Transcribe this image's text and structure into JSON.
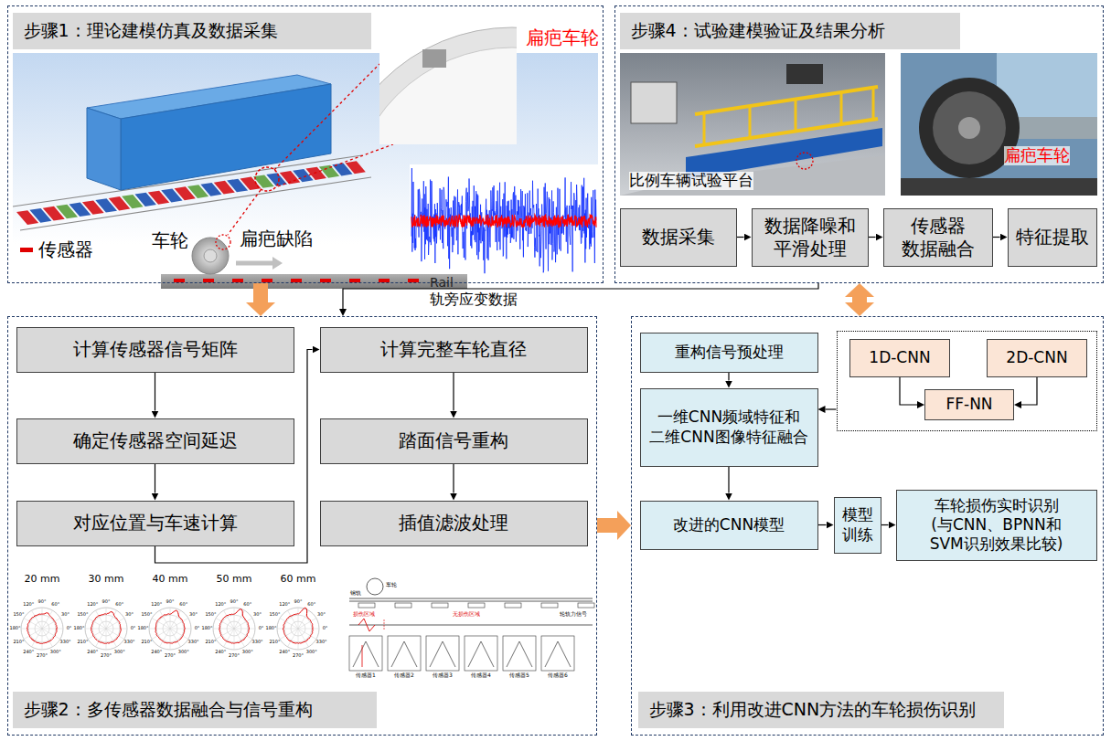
{
  "diagram": {
    "nodes": [
      {
        "text": [
          "步骤1：理论建模仿真及数据采集"
        ]
      },
      {
        "text": [
          "步骤4：试验建模验证及结果分析"
        ]
      },
      {
        "text": [
          "数据采集"
        ],
        "in": 1
      },
      {
        "text": [
          "数据降噪和 平滑处理"
        ],
        "in": 1
      },
      {
        "text": [
          "传感器 数据融合"
        ],
        "in": 1
      },
      {
        "text": [
          "特征提取"
        ],
        "in": 1
      },
      {
        "text": [
          "步骤2：多传感器数据融合与信号重构"
        ]
      },
      {
        "text": [
          "计算传感器信号矩阵"
        ],
        "in": 6
      },
      {
        "text": [
          "确定传感器空间延迟"
        ],
        "in": 6
      },
      {
        "text": [
          "对应位置与车速计算"
        ],
        "in": 6
      },
      {
        "text": [
          "计算完整车轮直径"
        ],
        "in": 6
      },
      {
        "text": [
          "踏面信号重构"
        ],
        "in": 6
      },
      {
        "text": [
          "插值滤波处理"
        ],
        "in": 6
      },
      {
        "text": [
          "步骤3：利用改进CNN方法的车轮损伤识别"
        ]
      },
      {
        "text": [
          "重构信号预处理"
        ],
        "in": 13
      },
      {
        "text": [
          "一维CNN频域特征和 二维CNN图像特征融合"
        ],
        "in": 13
      },
      {
        "text": [],
        "in": 13
      },
      {
        "text": [
          "1D-CNN"
        ],
        "in": 16
      },
      {
        "text": [
          "2D-CNN"
        ],
        "in": 16
      },
      {
        "text": [
          "FF-NN"
        ],
        "in": 16
      },
      {
        "text": [
          "改进的CNN模型"
        ],
        "in": 13
      },
      {
        "text": [
          "模型 训练"
        ],
        "in": 13
      },
      {
        "text": [
          "车轮损伤实时识别 (与CNN、BPNN和 SVM识别效果比较)"
        ],
        "in": 13
      }
    ],
    "edges": [
      {
        "from": 0,
        "to": 6,
        "arrow": "to"
      },
      {
        "from": 1,
        "to": 6,
        "arrow": "to",
        "label": "轨旁应变数据"
      },
      {
        "from": 1,
        "to": 13,
        "arrow": "both"
      },
      {
        "from": 6,
        "to": 13,
        "arrow": "to"
      },
      {
        "from": 2,
        "to": 3,
        "arrow": "to"
      },
      {
        "from": 3,
        "to": 4,
        "arrow": "to"
      },
      {
        "from": 4,
        "to": 5,
        "arrow": "to"
      },
      {
        "from": 7,
        "to": 8,
        "arrow": "to"
      },
      {
        "from": 8,
        "to": 9,
        "arrow": "to"
      },
      {
        "from": 9,
        "to": 10,
        "arrow": "to"
      },
      {
        "from": 10,
        "to": 11,
        "arrow": "to"
      },
      {
        "from": 11,
        "to": 12,
        "arrow": "to"
      },
      {
        "from": 14,
        "to": 15,
        "arrow": "to"
      },
      {
        "from": 16,
        "to": 15,
        "arrow": "to"
      },
      {
        "from": 17,
        "to": 19,
        "arrow": "to"
      },
      {
        "from": 18,
        "to": 19,
        "arrow": "to"
      },
      {
        "from": 15,
        "to": 20,
        "arrow": "to"
      },
      {
        "from": 20,
        "to": 21,
        "arrow": "to"
      },
      {
        "from": 21,
        "to": 22,
        "arrow": "to"
      }
    ],
    "labels": [
      "扁疤车轮",
      "车轮",
      "扁疤缺陷",
      "Rail",
      "比例车辆试验平台",
      "扁疤车轮",
      "20 mm",
      "30 mm",
      "40 mm",
      "50 mm",
      "60 mm",
      "90°",
      "60°",
      "30°",
      "0°",
      "330°",
      "300°",
      "270°",
      "240°",
      "210°",
      "180°",
      "150°",
      "120°",
      "90°",
      "60°",
      "30°",
      "0°",
      "330°",
      "300°",
      "270°",
      "240°",
      "210°",
      "180°",
      "150°",
      "120°",
      "90°",
      "60°",
      "30°",
      "0°",
      "330°",
      "300°",
      "270°",
      "240°",
      "210°",
      "180°",
      "150°",
      "120°",
      "90°",
      "60°",
      "30°",
      "0°",
      "330°",
      "300°",
      "270°",
      "240°",
      "210°",
      "180°",
      "150°",
      "120°",
      "90°",
      "60°",
      "30°",
      "0°",
      "330°",
      "300°",
      "270°",
      "240°",
      "210°",
      "180°",
      "150°",
      "120°",
      "车轮",
      "钢轨",
      "损伤区域",
      "无损伤区域",
      "轮轨力信号",
      "传感器1",
      "传感器2",
      "传感器3",
      "传感器4",
      "传感器5",
      "传感器6"
    ],
    "legend": [
      {
        "text": "传感器"
      }
    ]
  }
}
